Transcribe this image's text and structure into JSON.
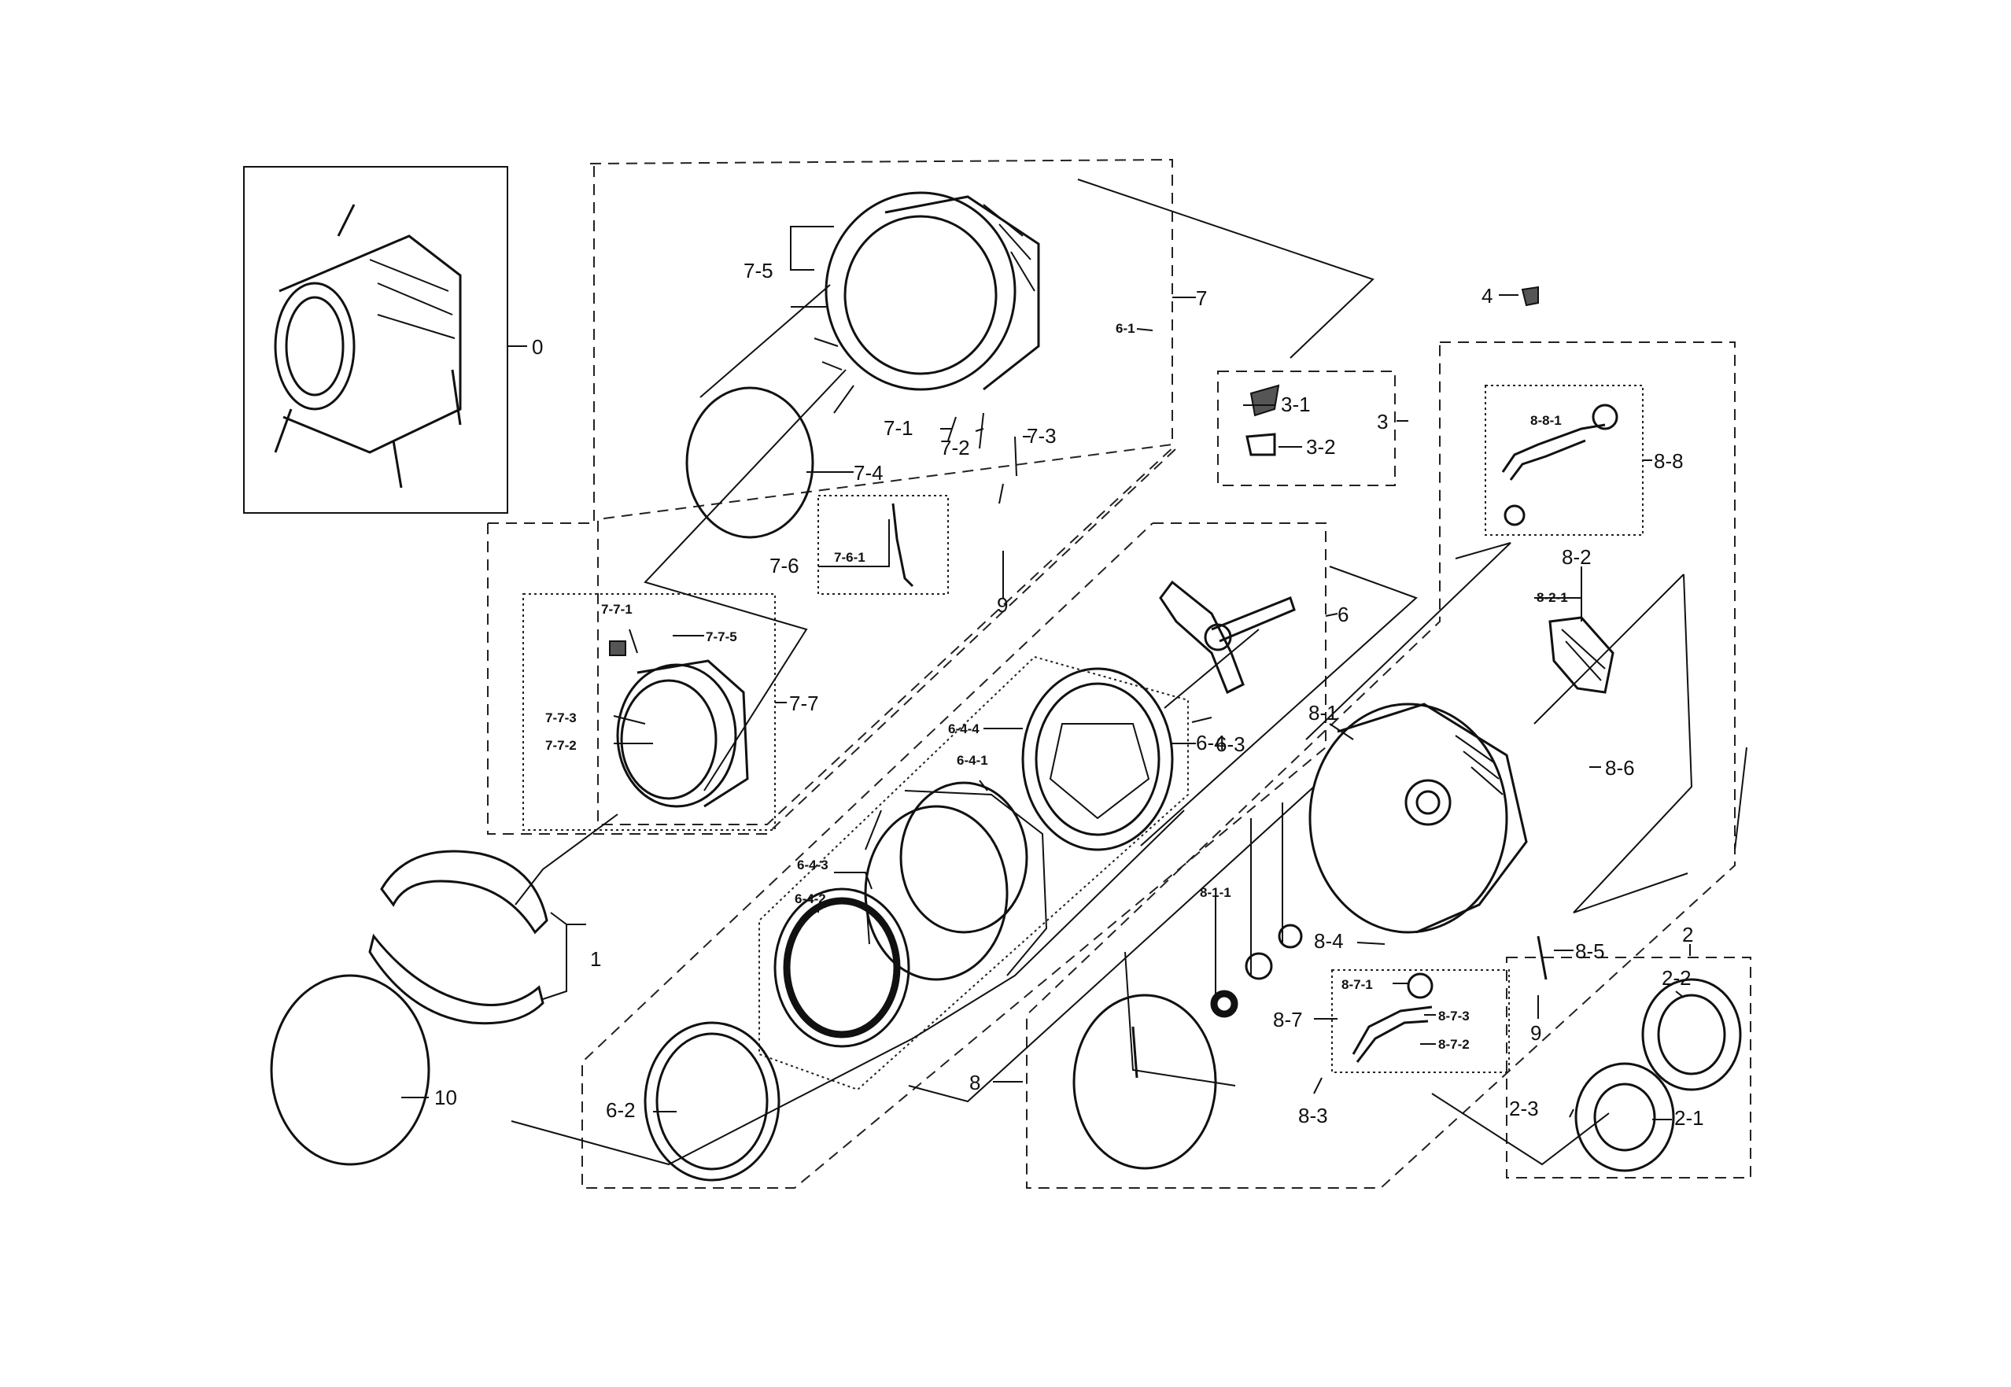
{
  "labels": {
    "l0": "0",
    "l1": "1",
    "l2": "2",
    "l2_1": "2-1",
    "l2_2": "2-2",
    "l2_3": "2-3",
    "l3": "3",
    "l3_1": "3-1",
    "l3_2": "3-2",
    "l4": "4",
    "l6": "6",
    "l6_1": "6-1",
    "l6_2": "6-2",
    "l6_3": "6-3",
    "l6_4": "6-4",
    "l6_4_1": "6-4-1",
    "l6_4_2": "6-4-2",
    "l6_4_3": "6-4-3",
    "l6_4_4": "6-4-4",
    "l7": "7",
    "l7_1": "7-1",
    "l7_2": "7-2",
    "l7_3": "7-3",
    "l7_4": "7-4",
    "l7_5": "7-5",
    "l7_6": "7-6",
    "l7_6_1": "7-6-1",
    "l7_7": "7-7",
    "l7_7_1": "7-7-1",
    "l7_7_2": "7-7-2",
    "l7_7_3": "7-7-3",
    "l7_7_5": "7-7-5",
    "l8": "8",
    "l8_1": "8-1",
    "l8_1_1": "8-1-1",
    "l8_2": "8-2",
    "l8_2_1": "8-2-1",
    "l8_3": "8-3",
    "l8_4": "8-4",
    "l8_5": "8-5",
    "l8_6": "8-6",
    "l8_7": "8-7",
    "l8_7_1": "8-7-1",
    "l8_7_2": "8-7-2",
    "l8_7_3": "8-7-3",
    "l8_8": "8-8",
    "l8_8_1": "8-8-1",
    "l9a": "9",
    "l9b": "9",
    "l10": "10"
  },
  "colors": {
    "line": "#111111",
    "background": "#ffffff"
  }
}
